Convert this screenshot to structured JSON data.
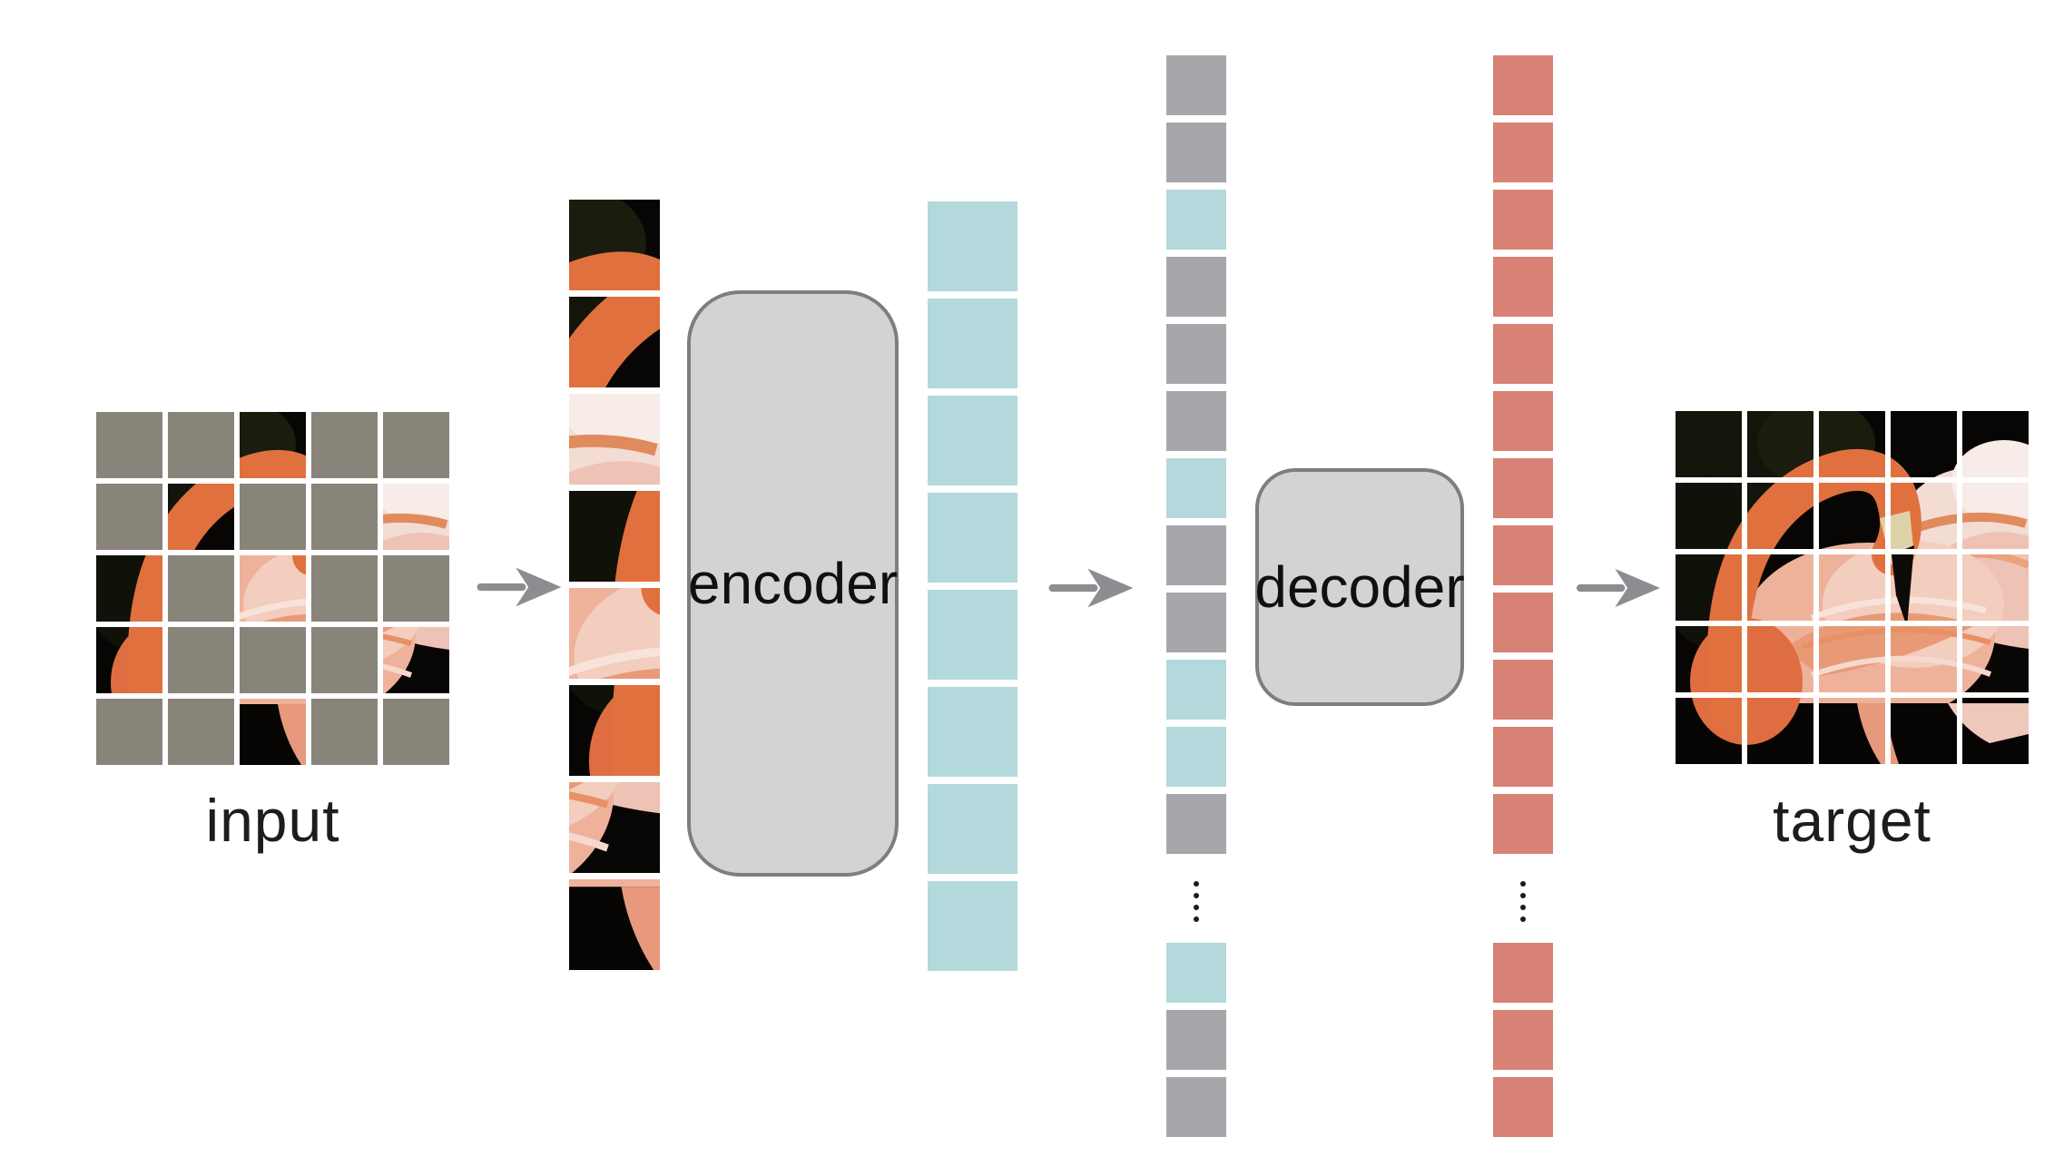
{
  "labels": {
    "input": "input",
    "encoder": "encoder",
    "decoder": "decoder",
    "target": "target"
  },
  "colors": {
    "masked_patch": "#89847a",
    "encoded_token": "#b3d9dc",
    "mask_token": "#a6a7ab",
    "decoded_token": "#d78275",
    "box_fill": "#d3d3d5",
    "box_border": "#7d7e80",
    "arrow": "#8c8d90",
    "text": "#1d1d1f",
    "grid_gap": "#ffffff"
  },
  "input_grid": {
    "rows": 5,
    "cols": 5,
    "mask": [
      [
        "masked",
        "masked",
        "visible",
        "masked",
        "masked"
      ],
      [
        "masked",
        "visible",
        "masked",
        "masked",
        "visible"
      ],
      [
        "visible",
        "masked",
        "visible",
        "masked",
        "masked"
      ],
      [
        "visible",
        "masked",
        "masked",
        "masked",
        "visible"
      ],
      [
        "masked",
        "masked",
        "visible",
        "masked",
        "masked"
      ]
    ]
  },
  "visible_patch_cells": [
    [
      0,
      2
    ],
    [
      1,
      1
    ],
    [
      1,
      4
    ],
    [
      2,
      0
    ],
    [
      2,
      2
    ],
    [
      3,
      0
    ],
    [
      3,
      4
    ],
    [
      4,
      2
    ]
  ],
  "encoded_column": {
    "count": 8,
    "token_type": "encoded"
  },
  "latent_column": {
    "top": [
      "mask",
      "mask",
      "encoded",
      "mask",
      "mask",
      "mask",
      "encoded",
      "mask",
      "mask",
      "encoded",
      "encoded",
      "mask"
    ],
    "ellipsis_dots": 4,
    "bottom": [
      "encoded",
      "mask",
      "mask"
    ]
  },
  "decoded_column": {
    "top": [
      "decoded",
      "decoded",
      "decoded",
      "decoded",
      "decoded",
      "decoded",
      "decoded",
      "decoded",
      "decoded",
      "decoded",
      "decoded",
      "decoded"
    ],
    "ellipsis_dots": 4,
    "bottom": [
      "decoded",
      "decoded",
      "decoded"
    ]
  },
  "target_grid": {
    "rows": 5,
    "cols": 5
  }
}
